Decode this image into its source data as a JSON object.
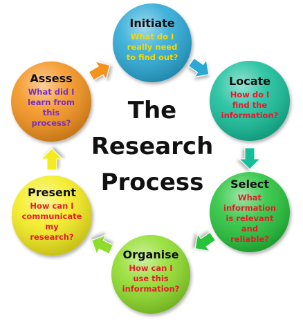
{
  "diagram": {
    "center_lines": [
      "The",
      "Research",
      "Process"
    ],
    "stages": [
      {
        "id": "initiate",
        "title": "Initiate",
        "question_lines": [
          "What do I",
          "really need",
          "to find out?"
        ],
        "fill": "#2aa9d6",
        "question_color": "#f5d800"
      },
      {
        "id": "locate",
        "title": "Locate",
        "question_lines": [
          "How do I",
          "find the",
          "information?"
        ],
        "fill": "#14bf9a",
        "question_color": "#e8192c"
      },
      {
        "id": "select",
        "title": "Select",
        "question_lines": [
          "What",
          "information",
          "is relevant",
          "and",
          "reliable?"
        ],
        "fill": "#27c43a",
        "question_color": "#e8192c"
      },
      {
        "id": "organise",
        "title": "Organise",
        "question_lines": [
          "How can I",
          "use this",
          "information?"
        ],
        "fill": "#8fdd2a",
        "question_color": "#e8192c"
      },
      {
        "id": "present",
        "title": "Present",
        "question_lines": [
          "How can I",
          "communicate",
          "my",
          "research?"
        ],
        "fill": "#f4ec1a",
        "question_color": "#e8192c"
      },
      {
        "id": "assess",
        "title": "Assess",
        "question_lines": [
          "What did I",
          "learn from",
          "this",
          "process?"
        ],
        "fill": "#f4921e",
        "question_color": "#7a2ec0"
      }
    ],
    "arrows": [
      {
        "id": "initiate-to-locate",
        "color": "#2aa9d6"
      },
      {
        "id": "locate-to-select",
        "color": "#14bf9a"
      },
      {
        "id": "select-to-organise",
        "color": "#27c43a"
      },
      {
        "id": "organise-to-present",
        "color": "#8fdd2a"
      },
      {
        "id": "present-to-assess",
        "color": "#f4ec1a"
      },
      {
        "id": "assess-to-initiate",
        "color": "#f4921e"
      }
    ]
  }
}
